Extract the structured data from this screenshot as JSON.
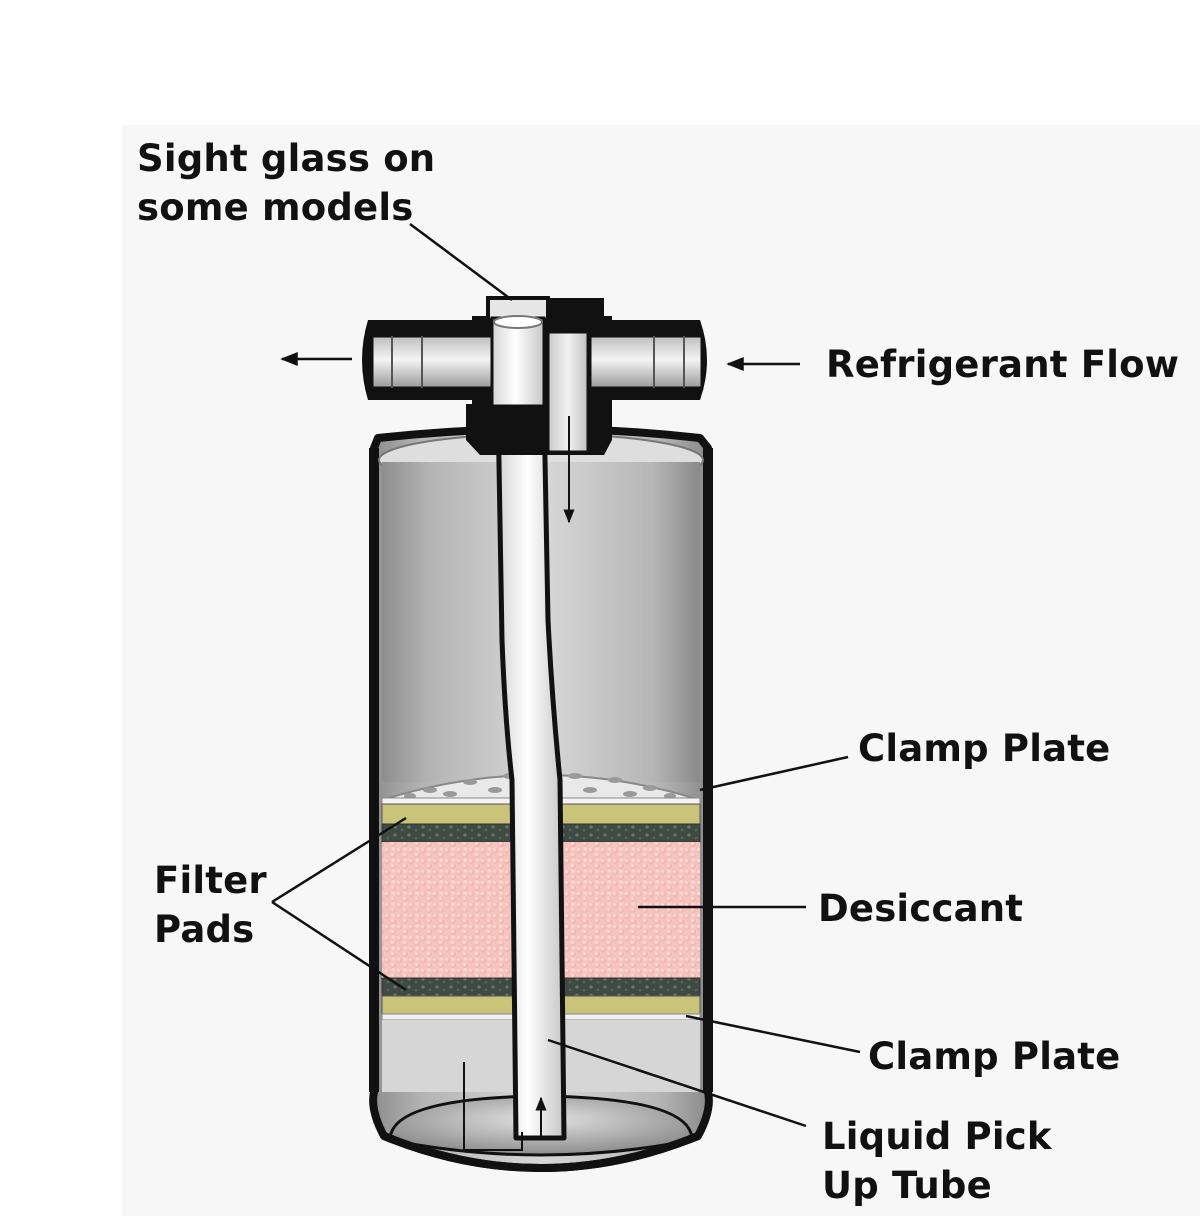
{
  "labels": {
    "sight_glass": [
      "Sight glass on",
      "some models"
    ],
    "refrigerant_flow": "Refrigerant Flow",
    "clamp_plate_top": "Clamp Plate",
    "filter_pads": [
      "Filter",
      "Pads"
    ],
    "desiccant": "Desiccant",
    "clamp_plate_bottom": "Clamp Plate",
    "liquid_pick_up_tube": [
      "Liquid Pick",
      "Up Tube"
    ]
  },
  "colors": {
    "background_panel": "#f7f7f7",
    "outline": "#111111",
    "shell_gray": "#c4c4c4",
    "filter_pad_yellow": "#c9c47a",
    "filter_pad_dark": "#46514a",
    "desiccant_pink": "#f2b9b4"
  }
}
